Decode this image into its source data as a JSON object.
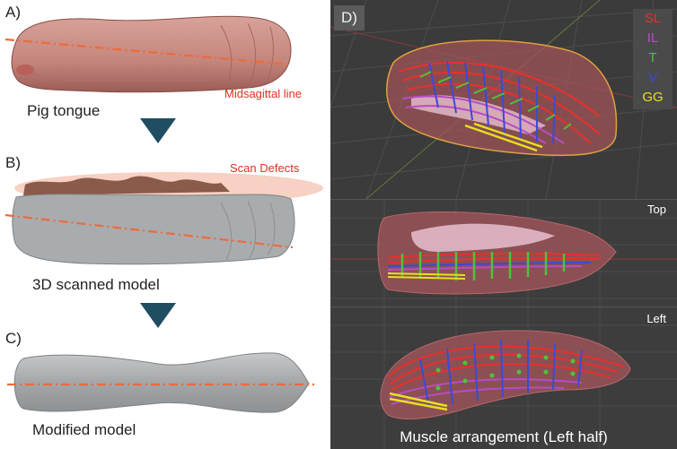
{
  "panels": {
    "a": {
      "letter": "A)",
      "caption": "Pig tongue",
      "note": "Midsagittal line"
    },
    "b": {
      "letter": "B)",
      "caption": "3D scanned model",
      "note": "Scan Defects"
    },
    "c": {
      "letter": "C)",
      "caption": "Modified model"
    },
    "d": {
      "letter": "D)",
      "view_top": "Top",
      "view_left": "Left",
      "caption": "Muscle arrangement (Left half)",
      "legend": [
        {
          "label": "SL",
          "color": "#e8302a"
        },
        {
          "label": "IL",
          "color": "#b84bc8"
        },
        {
          "label": "T",
          "color": "#4fc23a"
        },
        {
          "label": "V",
          "color": "#3a4ad8"
        },
        {
          "label": "GG",
          "color": "#e6e020"
        }
      ]
    }
  },
  "colors": {
    "midline": "#ee6a3a",
    "arrow": "#1f4e63",
    "scan_model": "#a9acae",
    "tongue_tissue": "#c98a80",
    "defect_oval": "#f6c9b8",
    "viewport_bg": "#3a3a3a",
    "tongue_shell": "#a0545a"
  }
}
